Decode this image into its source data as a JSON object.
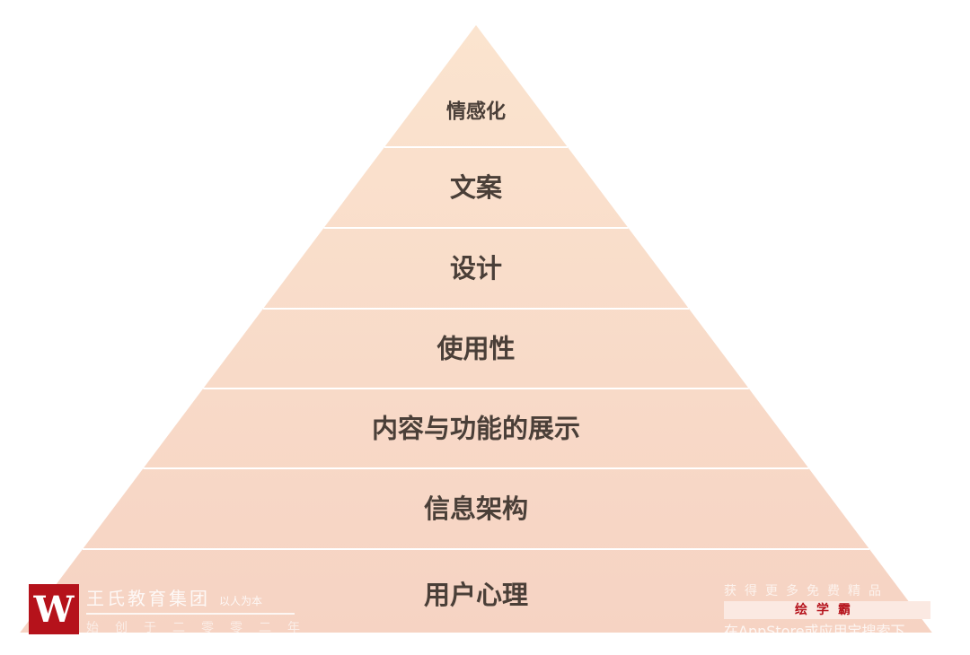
{
  "diagram": {
    "type": "pyramid",
    "layers_top_to_bottom": [
      "情感化",
      "文案",
      "设计",
      "使用性",
      "内容与功能的展示",
      "信息架构",
      "用户心理"
    ],
    "colors": {
      "top": "#fbe4cf",
      "bottom": "#f6d3c3",
      "text": "#4a3f38",
      "divider": "#ffffff"
    }
  },
  "watermark_left": {
    "logo": "W",
    "title": "王氏教育集团",
    "slogan": "以人为本",
    "subtitle": "始创于二零零二年",
    "brand_color": "#b5121b"
  },
  "watermark_right": {
    "line1": "获得更多免费精品",
    "brand": "绘学霸",
    "line3": "在AppStore或应用宝搜索下"
  }
}
